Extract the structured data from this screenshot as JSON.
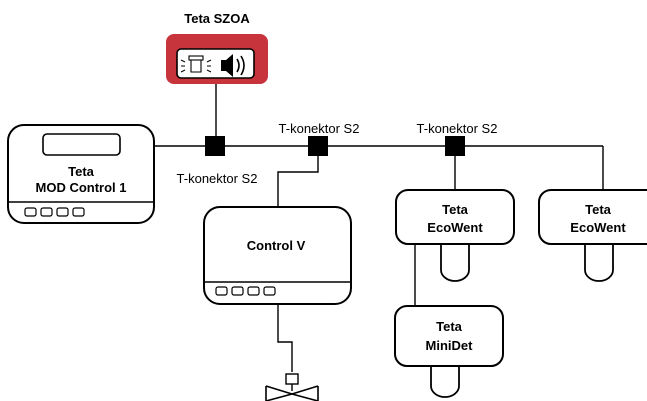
{
  "devices": {
    "szoa": {
      "title": "Teta SZOA"
    },
    "mod_control": {
      "line1": "Teta",
      "line2": "MOD Control 1"
    },
    "control_v": {
      "label": "Control V"
    },
    "ecowent_1": {
      "line1": "Teta",
      "line2": "EcoWent"
    },
    "ecowent_2": {
      "line1": "Teta",
      "line2": "EcoWent"
    },
    "minidet": {
      "line1": "Teta",
      "line2": "MiniDet"
    }
  },
  "connectors": {
    "c1": "T-konektor S2",
    "c2": "T-konektor S2",
    "c3": "T-konektor S2"
  },
  "colors": {
    "szoa_bg": "#c8343c",
    "line": "#000000",
    "connector": "#000000"
  },
  "icons": {
    "beacon": "beacon-light-icon",
    "speaker": "speaker-icon",
    "valve": "valve-icon"
  }
}
